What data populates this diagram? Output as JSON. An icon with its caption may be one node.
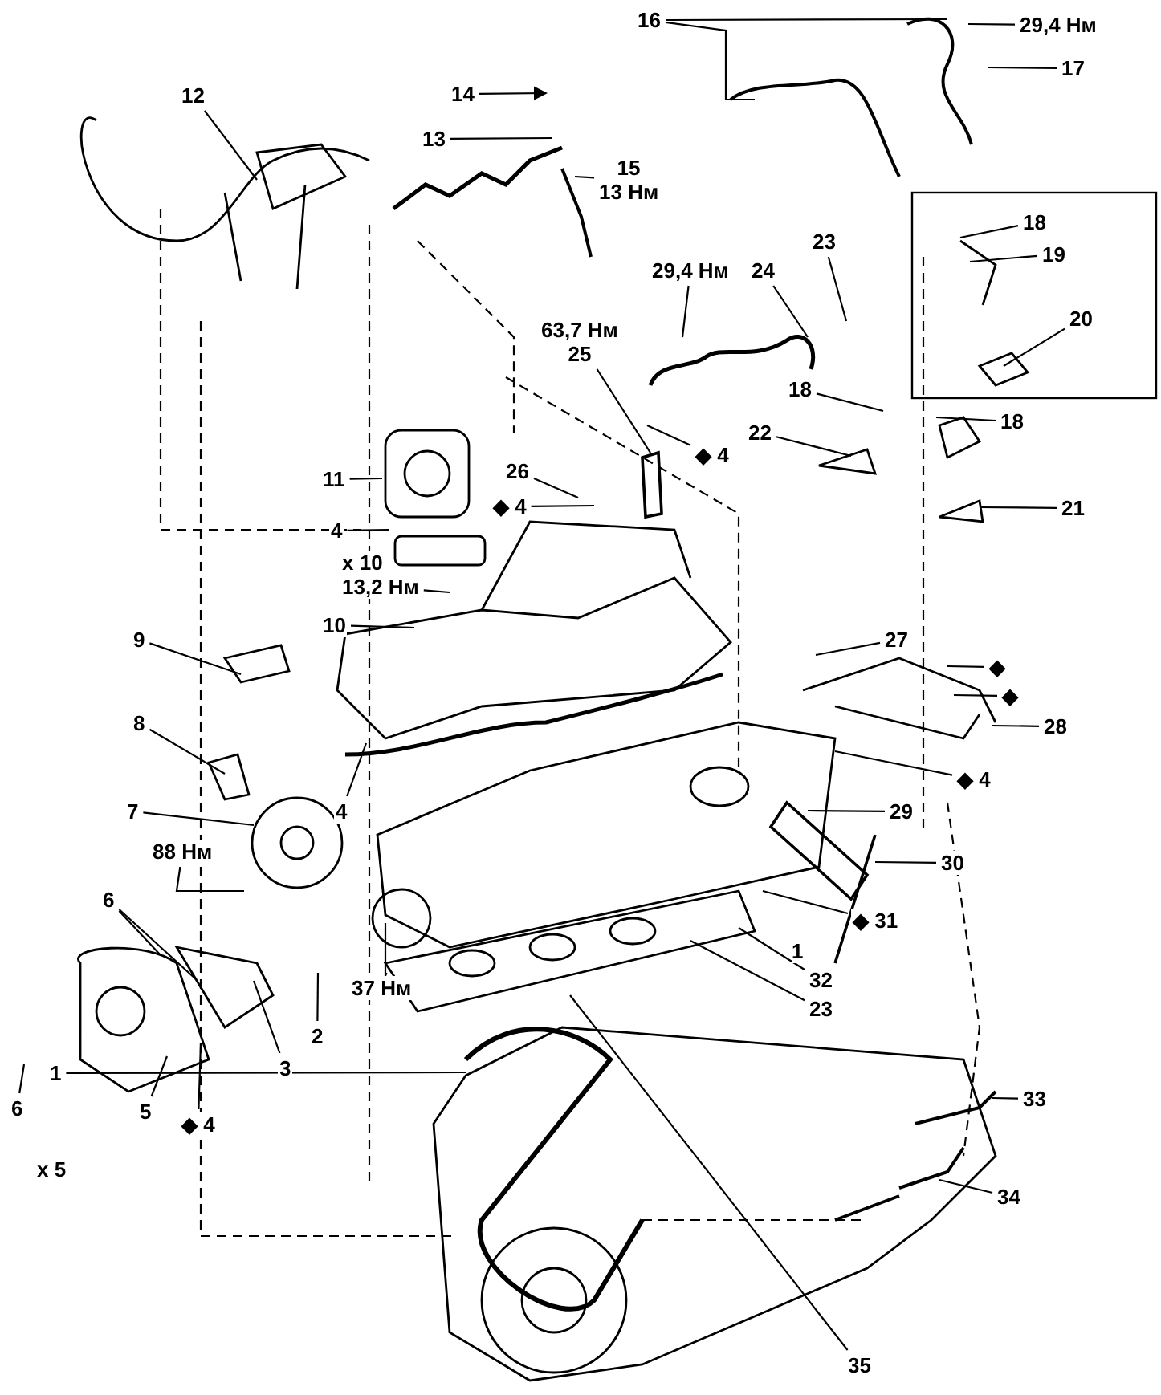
{
  "diagram": {
    "nodes": [
      {
        "text": [
          "12"
        ]
      },
      {
        "text": [
          "14"
        ]
      },
      {
        "text": [
          "13"
        ]
      },
      {
        "text": [
          "15",
          "13 Нм"
        ]
      },
      {
        "text": [
          "16"
        ]
      },
      {
        "text": [
          "29,4 Нм"
        ]
      },
      {
        "text": [
          "17"
        ]
      },
      {
        "text": [
          "18"
        ]
      },
      {
        "text": [
          "19"
        ]
      },
      {
        "text": [
          "20"
        ]
      },
      {
        "text": [
          "29,4 Нм"
        ]
      },
      {
        "text": [
          "24"
        ]
      },
      {
        "text": [
          "23"
        ]
      },
      {
        "text": [
          "63,7 Нм",
          "25"
        ]
      },
      {
        "text": [
          "◆ 4"
        ]
      },
      {
        "text": [
          "18"
        ]
      },
      {
        "text": [
          "18"
        ]
      },
      {
        "text": [
          "22"
        ]
      },
      {
        "text": [
          "26"
        ]
      },
      {
        "text": [
          "◆ 4"
        ]
      },
      {
        "text": [
          "21"
        ]
      },
      {
        "text": [
          "11"
        ]
      },
      {
        "text": [
          "4"
        ]
      },
      {
        "text": [
          "x 10"
        ]
      },
      {
        "text": [
          "13,2 Нм"
        ]
      },
      {
        "text": [
          "10"
        ]
      },
      {
        "text": [
          "9"
        ]
      },
      {
        "text": [
          "8"
        ]
      },
      {
        "text": [
          "4"
        ]
      },
      {
        "text": [
          "27"
        ]
      },
      {
        "text": [
          "◆"
        ]
      },
      {
        "text": [
          "◆"
        ]
      },
      {
        "text": [
          "28"
        ]
      },
      {
        "text": [
          "◆ 4"
        ]
      },
      {
        "text": [
          "29"
        ]
      },
      {
        "text": [
          "7"
        ]
      },
      {
        "text": [
          "30"
        ]
      },
      {
        "text": [
          "88 Нм"
        ]
      },
      {
        "text": [
          "6"
        ]
      },
      {
        "text": [
          "37 Нм"
        ]
      },
      {
        "text": [
          "◆ 31"
        ]
      },
      {
        "text": [
          "32"
        ]
      },
      {
        "text": [
          "23"
        ]
      },
      {
        "text": [
          "2"
        ]
      },
      {
        "text": [
          "3"
        ]
      },
      {
        "text": [
          "1"
        ]
      },
      {
        "text": [
          "6"
        ]
      },
      {
        "text": [
          "5"
        ]
      },
      {
        "text": [
          "◆ 4"
        ]
      },
      {
        "text": [
          "x 5"
        ]
      },
      {
        "text": [
          "33"
        ]
      },
      {
        "text": [
          "34"
        ]
      },
      {
        "text": [
          "35"
        ]
      }
    ],
    "edges": [
      {
        "from": 0,
        "to": null,
        "arrow": "none"
      },
      {
        "from": 1,
        "to": null,
        "arrow": "to"
      },
      {
        "from": 2,
        "to": null,
        "arrow": "none"
      },
      {
        "from": 3,
        "to": null,
        "arrow": "none"
      },
      {
        "from": 4,
        "to": null,
        "arrow": "none"
      },
      {
        "from": 4,
        "to": null,
        "arrow": "none"
      },
      {
        "from": 5,
        "to": null,
        "arrow": "none"
      },
      {
        "from": 6,
        "to": null,
        "arrow": "none"
      },
      {
        "from": 7,
        "to": null,
        "arrow": "none"
      },
      {
        "from": 8,
        "to": null,
        "arrow": "none"
      },
      {
        "from": 9,
        "to": null,
        "arrow": "none"
      },
      {
        "from": 10,
        "to": null,
        "arrow": "none"
      },
      {
        "from": 11,
        "to": null,
        "arrow": "none"
      },
      {
        "from": 12,
        "to": null,
        "arrow": "none"
      },
      {
        "from": 13,
        "to": null,
        "arrow": "none"
      },
      {
        "from": 14,
        "to": null,
        "arrow": "none"
      },
      {
        "from": 15,
        "to": null,
        "arrow": "none"
      },
      {
        "from": 16,
        "to": null,
        "arrow": "none"
      },
      {
        "from": 17,
        "to": null,
        "arrow": "none"
      },
      {
        "from": 18,
        "to": null,
        "arrow": "none"
      },
      {
        "from": 19,
        "to": null,
        "arrow": "none"
      },
      {
        "from": 20,
        "to": null,
        "arrow": "none"
      },
      {
        "from": 21,
        "to": null,
        "arrow": "none"
      },
      {
        "from": 22,
        "to": null,
        "arrow": "none"
      },
      {
        "from": 24,
        "to": null,
        "arrow": "none"
      },
      {
        "from": 25,
        "to": null,
        "arrow": "none"
      },
      {
        "from": 26,
        "to": null,
        "arrow": "none"
      },
      {
        "from": 27,
        "to": null,
        "arrow": "none"
      },
      {
        "from": 28,
        "to": null,
        "arrow": "none"
      },
      {
        "from": 29,
        "to": null,
        "arrow": "none"
      },
      {
        "from": 30,
        "to": null,
        "arrow": "none"
      },
      {
        "from": 31,
        "to": null,
        "arrow": "none"
      },
      {
        "from": 32,
        "to": null,
        "arrow": "none"
      },
      {
        "from": 33,
        "to": null,
        "arrow": "none"
      },
      {
        "from": 34,
        "to": null,
        "arrow": "none"
      },
      {
        "from": 35,
        "to": null,
        "arrow": "none"
      },
      {
        "from": 36,
        "to": null,
        "arrow": "none"
      },
      {
        "from": 37,
        "to": null,
        "arrow": "none"
      },
      {
        "from": 38,
        "to": null,
        "arrow": "none"
      },
      {
        "from": 38,
        "to": null,
        "arrow": "none"
      },
      {
        "from": 39,
        "to": null,
        "arrow": "none"
      },
      {
        "from": 40,
        "to": null,
        "arrow": "none"
      },
      {
        "from": 41,
        "to": null,
        "arrow": "none"
      },
      {
        "from": 42,
        "to": null,
        "arrow": "none"
      },
      {
        "from": 43,
        "to": null,
        "arrow": "none"
      },
      {
        "from": 44,
        "to": null,
        "arrow": "none"
      },
      {
        "from": 45,
        "to": null,
        "arrow": "none"
      },
      {
        "from": 46,
        "to": null,
        "arrow": "none"
      },
      {
        "from": 47,
        "to": null,
        "arrow": "none"
      },
      {
        "from": 48,
        "to": null,
        "arrow": "none"
      },
      {
        "from": 50,
        "to": null,
        "arrow": "none"
      },
      {
        "from": 51,
        "to": null,
        "arrow": "none"
      },
      {
        "from": 52,
        "to": null,
        "arrow": "none"
      }
    ],
    "labels": [
      "1"
    ]
  }
}
